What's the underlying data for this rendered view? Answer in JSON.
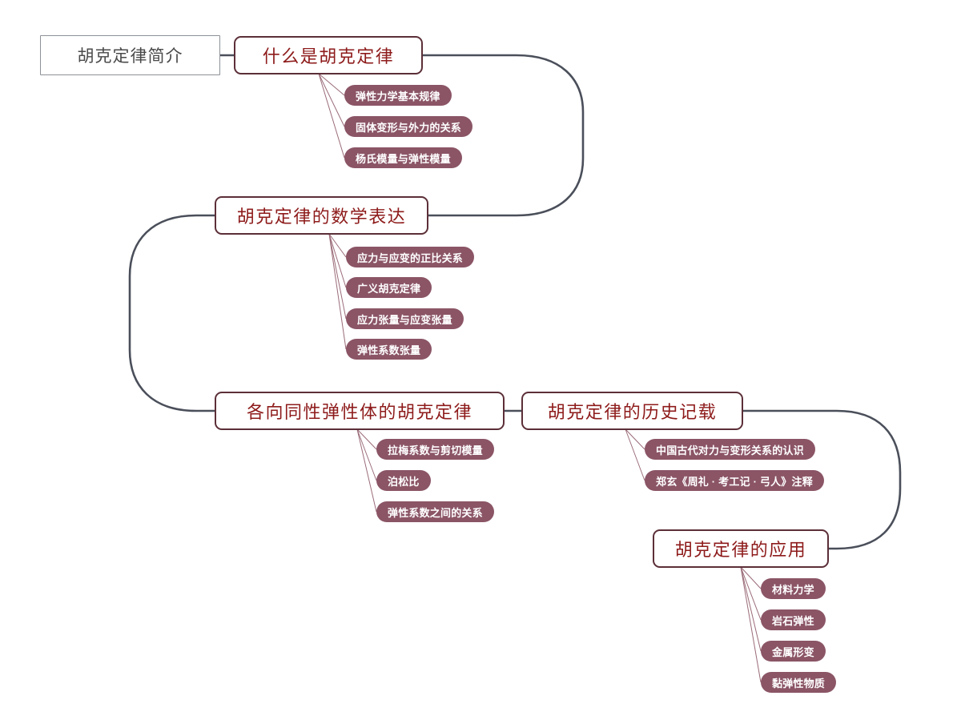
{
  "diagram": {
    "type": "mind-map",
    "title": "胡克定律简介",
    "colors": {
      "root_border": "#8d9196",
      "root_text": "#4a4a4a",
      "branch_border": "#5c2f38",
      "branch_text": "#8e1b1b",
      "leaf_fill": "#8b5566",
      "leaf_text": "#ffffff",
      "connector": "#4a4f5a",
      "leader_line": "#9a6b78",
      "background": "#ffffff"
    }
  },
  "root": {
    "label": "胡克定律简介"
  },
  "branches": [
    {
      "label": "什么是胡克定律",
      "children": [
        {
          "label": "弹性力学基本规律"
        },
        {
          "label": "固体变形与外力的关系"
        },
        {
          "label": "杨氏模量与弹性模量"
        }
      ]
    },
    {
      "label": "胡克定律的数学表达",
      "children": [
        {
          "label": "应力与应变的正比关系"
        },
        {
          "label": "广义胡克定律"
        },
        {
          "label": "应力张量与应变张量"
        },
        {
          "label": "弹性系数张量"
        }
      ]
    },
    {
      "label": "各向同性弹性体的胡克定律",
      "children": [
        {
          "label": "拉梅系数与剪切模量"
        },
        {
          "label": "泊松比"
        },
        {
          "label": "弹性系数之间的关系"
        }
      ]
    },
    {
      "label": "胡克定律的历史记载",
      "children": [
        {
          "label": "中国古代对力与变形关系的认识"
        },
        {
          "label": "郑玄《周礼 · 考工记 · 弓人》注释"
        }
      ]
    },
    {
      "label": "胡克定律的应用",
      "children": [
        {
          "label": "材料力学"
        },
        {
          "label": "岩石弹性"
        },
        {
          "label": "金属形变"
        },
        {
          "label": "黏弹性物质"
        }
      ]
    }
  ]
}
